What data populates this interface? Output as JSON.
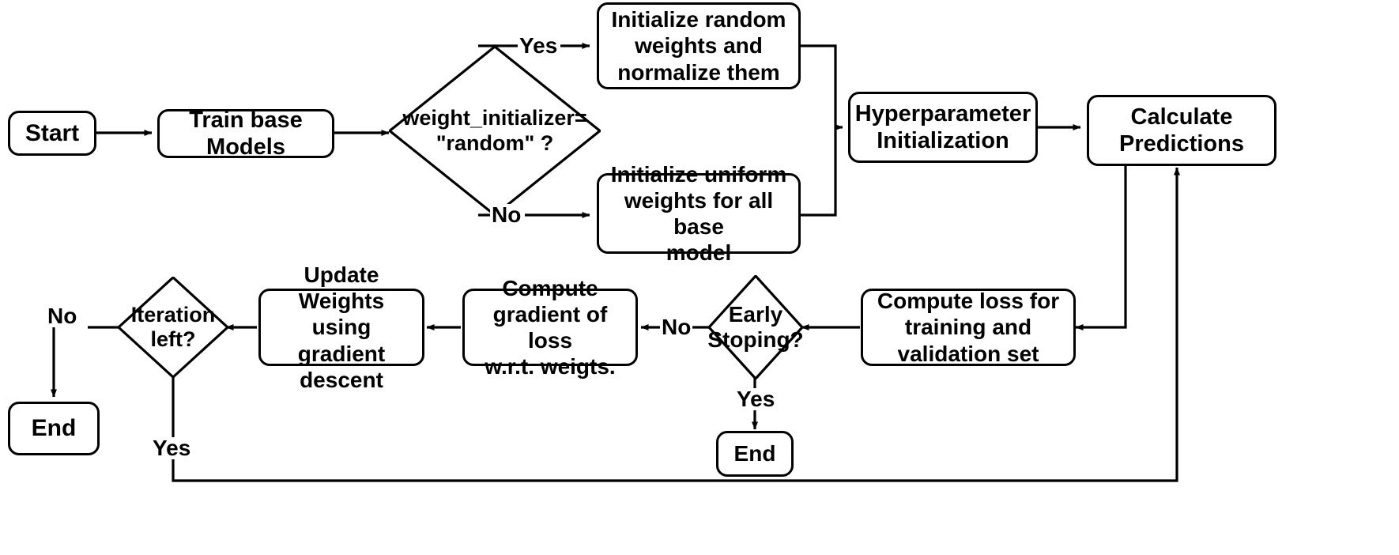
{
  "diagram": {
    "title": "Stacking ensemble weight-optimization flowchart",
    "stroke_color": "#000000",
    "background_color": "#ffffff",
    "text_color": "#000000"
  },
  "nodes": {
    "start": {
      "label": "Start",
      "shape": "terminator"
    },
    "train_base_models": {
      "label": "Train base\nModels",
      "line1": "Train base",
      "line2": "Models",
      "shape": "process"
    },
    "weight_initializer_decision": {
      "line1": "weight_initializer=",
      "line2": "\"random\" ?",
      "shape": "decision"
    },
    "init_random": {
      "line1": "Initialize random",
      "line2": "weights and",
      "line3": "normalize them",
      "shape": "process"
    },
    "init_uniform": {
      "line1": "Initialize uniform",
      "line2": "weights for all base",
      "line3": "model",
      "shape": "process"
    },
    "hyperparameter_init": {
      "line1": "Hyperparameter",
      "line2": "Initialization",
      "shape": "process"
    },
    "calculate_predictions": {
      "line1": "Calculate",
      "line2": "Predictions",
      "shape": "process"
    },
    "compute_loss": {
      "line1": "Compute loss for",
      "line2": "training and",
      "line3": "validation set",
      "shape": "process"
    },
    "early_stopping_decision": {
      "line1": "Early",
      "line2": "Stoping?",
      "shape": "decision"
    },
    "compute_gradient": {
      "line1": "Compute",
      "line2": "gradient of loss",
      "line3": "w.r.t. weigts.",
      "shape": "process"
    },
    "update_weights": {
      "line1": "Update Weights",
      "line2": "using gradient",
      "line3": "descent",
      "shape": "process"
    },
    "iteration_left_decision": {
      "line1": "Iteration",
      "line2": "left?",
      "shape": "decision"
    },
    "end_left": {
      "label": "End",
      "shape": "terminator"
    },
    "end_early_stop": {
      "label": "End",
      "shape": "terminator"
    }
  },
  "edge_labels": {
    "yes_random": "Yes",
    "no_random": "No",
    "no_early_stopping": "No",
    "yes_early_stopping": "Yes",
    "no_iteration": "No",
    "yes_iteration": "Yes"
  }
}
